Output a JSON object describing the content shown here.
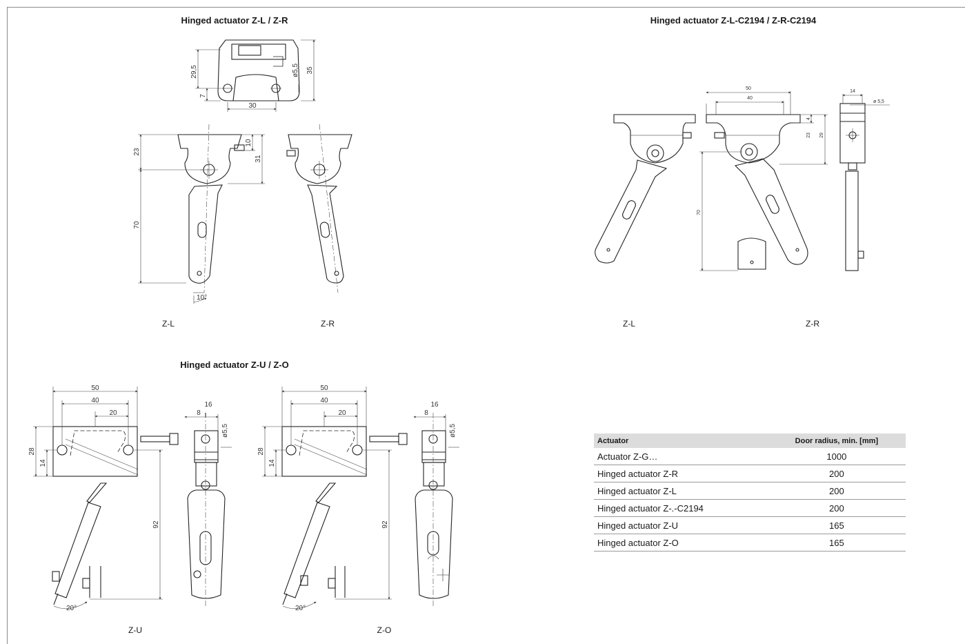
{
  "sections": {
    "zl_zr": {
      "title": "Hinged actuator Z-L / Z-R",
      "caption_left": "Z-L",
      "caption_right": "Z-R"
    },
    "c2194": {
      "title": "Hinged actuator Z-L-C2194 / Z-R-C2194",
      "caption_left": "Z-L",
      "caption_right": "Z-R"
    },
    "zu_zo": {
      "title": "Hinged actuator Z-U / Z-O",
      "caption_left": "Z-U",
      "caption_right": "Z-O"
    }
  },
  "dims": {
    "zl_zr": {
      "d1": "29,5",
      "d2": "ø5,5",
      "d3": "35",
      "d4": "7",
      "d5": "30",
      "d6": "23",
      "d7": "10",
      "d8": "31",
      "d9": "70",
      "d10": "10°"
    },
    "c2194": {
      "d1": "50",
      "d2": "40",
      "d3": "4",
      "d4": "23",
      "d5": "29",
      "d6": "70",
      "d7": "14",
      "d8": "ø 5,5"
    },
    "zu": {
      "d1": "50",
      "d2": "40",
      "d3": "20",
      "d4": "28",
      "d5": "14",
      "d6": "92",
      "d7": "16",
      "d8": "8",
      "d9": "ø5,5",
      "d10": "20°"
    },
    "zo": {
      "d1": "50",
      "d2": "40",
      "d3": "20",
      "d4": "28",
      "d5": "14",
      "d6": "92",
      "d7": "16",
      "d8": "8",
      "d9": "ø5,5",
      "d10": "20°"
    }
  },
  "radius_table": {
    "headers": [
      "Actuator",
      "Door radius, min. [mm]"
    ],
    "rows": [
      [
        "Actuator Z-G…",
        "1000"
      ],
      [
        "Hinged actuator Z-R",
        "200"
      ],
      [
        "Hinged actuator Z-L",
        "200"
      ],
      [
        "Hinged actuator Z-.-C2194",
        "200"
      ],
      [
        "Hinged actuator Z-U",
        "165"
      ],
      [
        "Hinged actuator Z-O",
        "165"
      ]
    ]
  }
}
